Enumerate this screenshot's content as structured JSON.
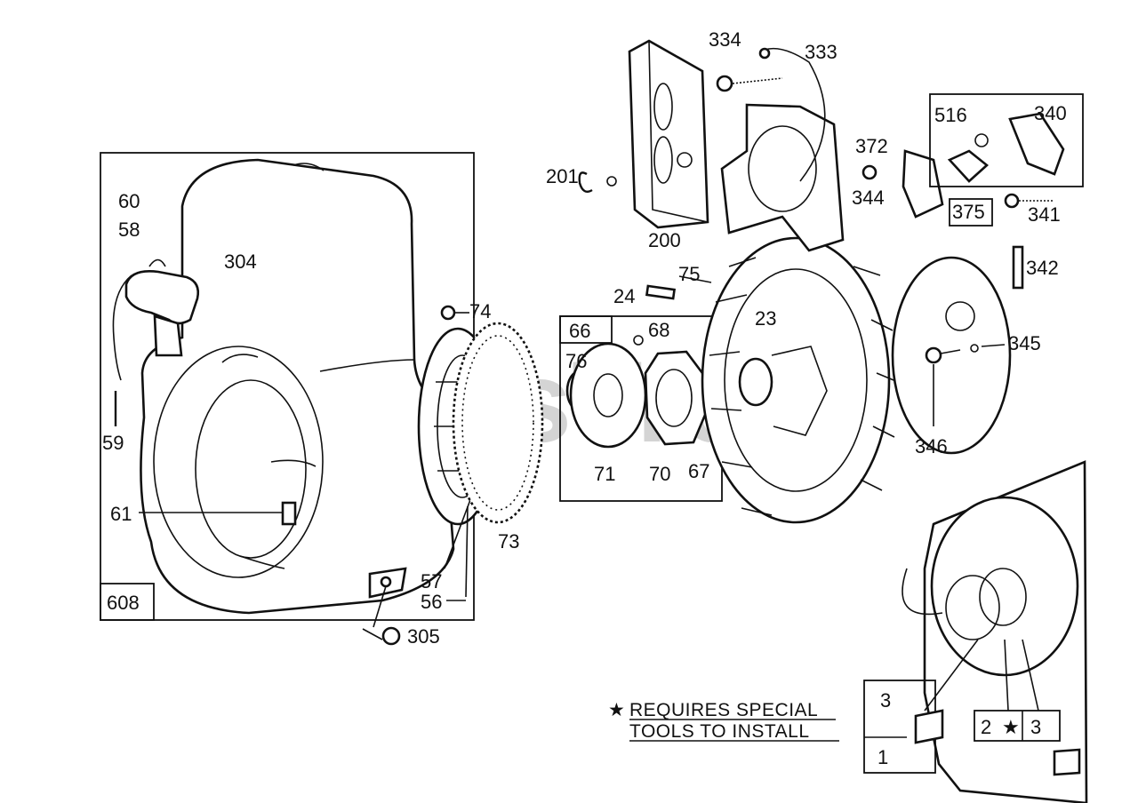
{
  "watermark": {
    "text": "PartsTree",
    "tm": "TM"
  },
  "labels": {
    "l334": "334",
    "l333": "333",
    "l516": "516",
    "l340": "340",
    "l372": "372",
    "l344": "344",
    "l375": "375",
    "l341": "341",
    "l201": "201",
    "l200": "200",
    "l60": "60",
    "l58": "58",
    "l304": "304",
    "l75": "75",
    "l24": "24",
    "l342": "342",
    "l23": "23",
    "l74": "74",
    "l66": "66",
    "l68": "68",
    "l345": "345",
    "l76": "76",
    "l59": "59",
    "l346": "346",
    "l71": "71",
    "l70": "70",
    "l67": "67",
    "l61": "61",
    "l73": "73",
    "l57": "57",
    "l56": "56",
    "l608": "608",
    "l305": "305",
    "l3a": "3",
    "l2": "2",
    "l3b": "3",
    "l1": "1"
  },
  "note": {
    "line1": "REQUIRES SPECIAL",
    "line2": "TOOLS TO INSTALL"
  }
}
